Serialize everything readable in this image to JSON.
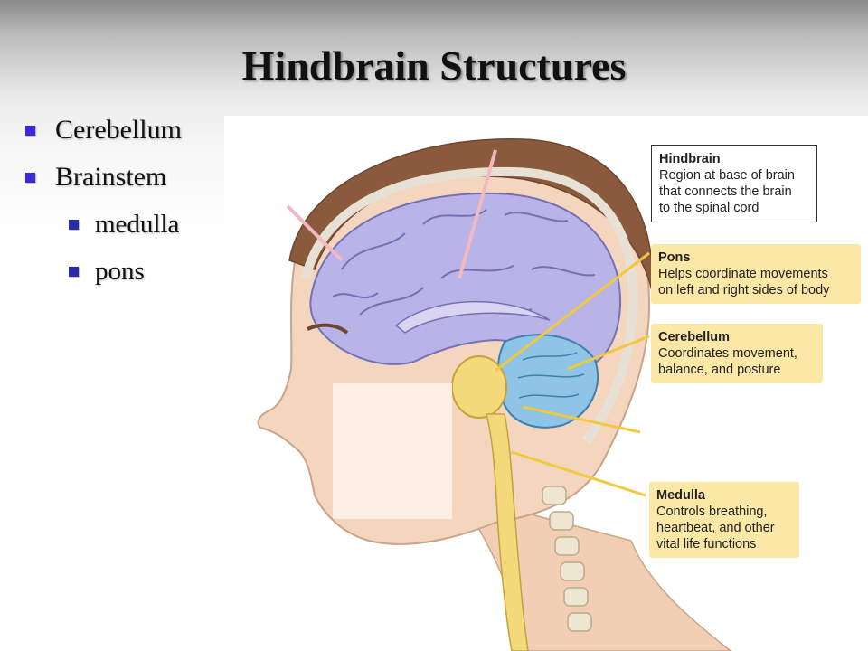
{
  "slide": {
    "title": "Hindbrain Structures",
    "bullets": [
      {
        "text": "Cerebellum",
        "level": 1
      },
      {
        "text": "Brainstem",
        "level": 1
      },
      {
        "text": "medulla",
        "level": 2
      },
      {
        "text": "pons",
        "level": 2
      }
    ]
  },
  "callouts": {
    "hindbrain": {
      "heading": "Hindbrain",
      "body": "Region at base of brain\nthat connects the brain\nto the spinal cord"
    },
    "pons": {
      "heading": "Pons",
      "body": "Helps coordinate movements\non left and right sides of body"
    },
    "cerebellum": {
      "heading": "Cerebellum",
      "body": "Coordinates movement,\nbalance, and posture"
    },
    "medulla": {
      "heading": "Medulla",
      "body": "Controls breathing,\nheartbeat, and other\nvital life functions"
    }
  },
  "colors": {
    "bullet_marker": "#3a2bd6",
    "callout_fill": "#fbe7a6",
    "brain": "#b8b4e8",
    "brainstem": "#f3d97a",
    "cerebellum": "#8fc4e6",
    "skin": "#f4d6bf",
    "hair": "#8b5a3c"
  }
}
